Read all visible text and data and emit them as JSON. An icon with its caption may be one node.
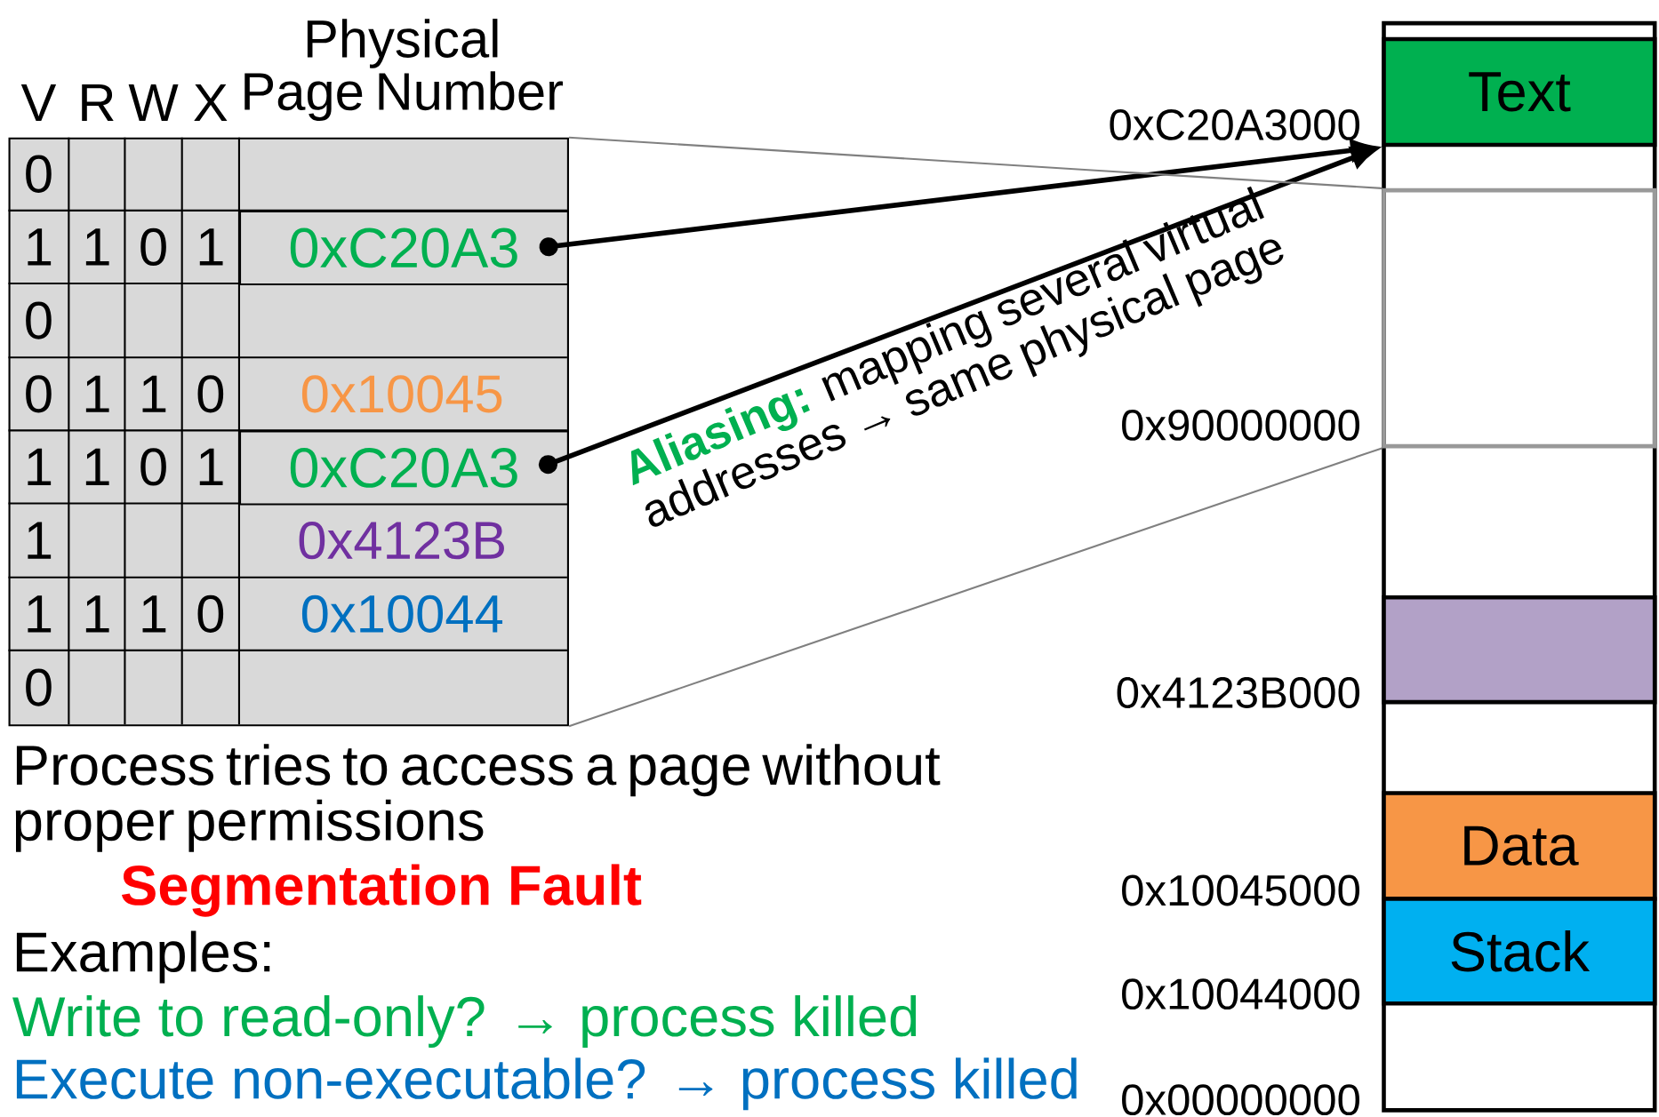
{
  "diagram": {
    "nodes": [
      {
        "text": [],
        "shape": "box"
      },
      {
        "text": [
          "0xC20A3"
        ],
        "in": 0
      },
      {
        "text": [
          "0xC20A3"
        ],
        "in": 0
      },
      {
        "text": [],
        "shape": "box"
      },
      {
        "text": [
          "Text"
        ],
        "in": 3
      },
      {
        "text": [],
        "shape": "box",
        "in": 3
      },
      {
        "text": [],
        "shape": "box",
        "in": 3
      },
      {
        "text": [
          "Data"
        ],
        "in": 3
      },
      {
        "text": [
          "Stack"
        ],
        "in": 3
      }
    ],
    "edges": [
      {
        "from": 1,
        "to": 4,
        "arrow": "to",
        "style": "thick"
      },
      {
        "from": 2,
        "to": 4,
        "arrow": "to",
        "style": "thick"
      },
      {
        "from": 0,
        "to": 5,
        "arrow": "none",
        "color": "#808080"
      },
      {
        "from": 0,
        "to": 5,
        "arrow": "none",
        "color": "#808080"
      }
    ],
    "labels": [
      "V",
      "R",
      "W",
      "X",
      "Physical Page Number",
      "0",
      "1",
      "1",
      "0",
      "1",
      "0",
      "0",
      "1",
      "1",
      "0",
      "0x10045",
      "1",
      "1",
      "0",
      "1",
      "1",
      "0x4123B",
      "1",
      "1",
      "1",
      "0",
      "0x10044",
      "0",
      "0xC20A3000",
      "0x90000000",
      "0x4123B000",
      "0x10045000",
      "0x10044000",
      "0x00000000",
      "Aliasing:",
      "mapping several virtual addresses → same physical page",
      "Process tries to access a page without proper permissions",
      "Segmentation Fault",
      "Examples:",
      "Write to read-only? → process killed",
      "Execute non-executable? → process killed"
    ]
  }
}
